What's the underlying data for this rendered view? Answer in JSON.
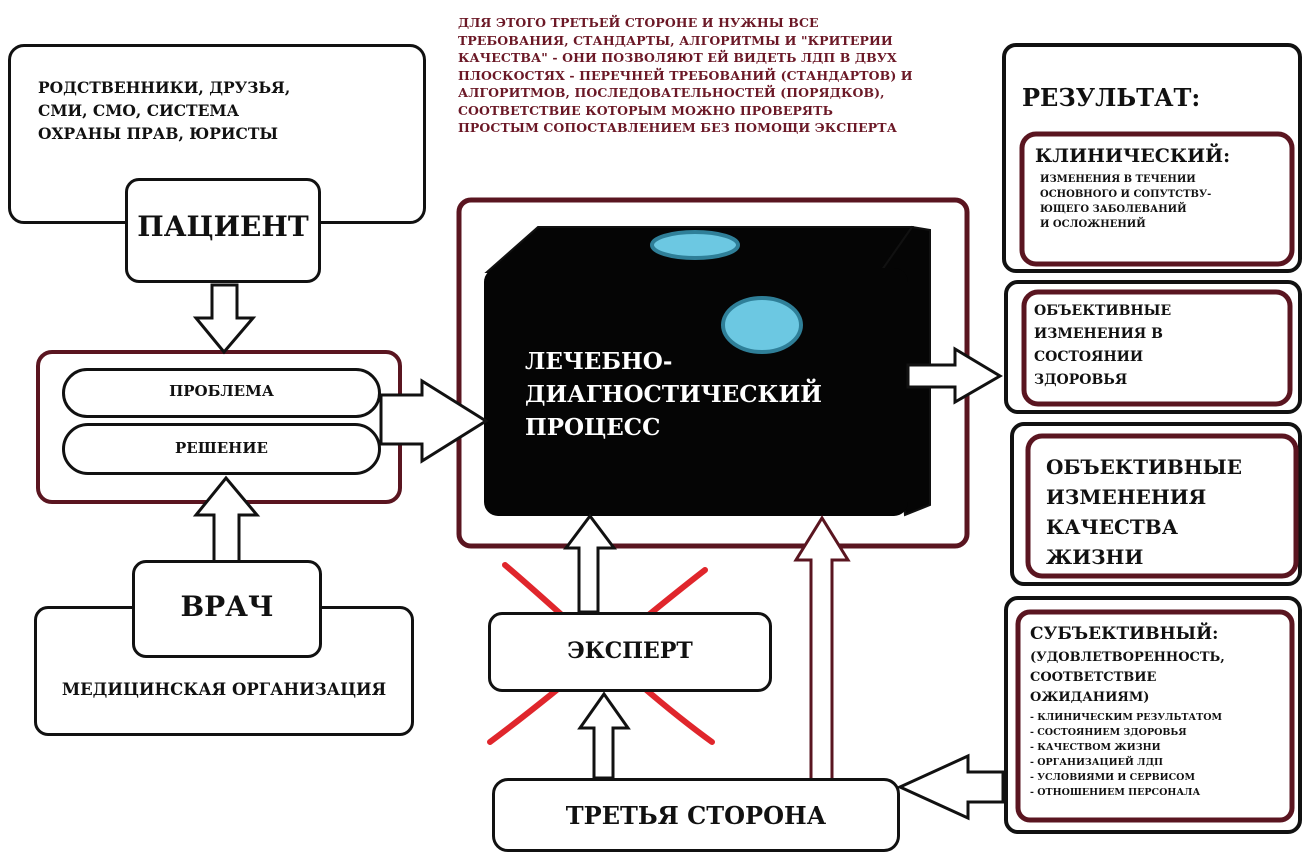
{
  "colors": {
    "outline": "#111111",
    "frame_dark_red": "#5a1520",
    "accent_red": "#e0262c",
    "black_box": "#050505",
    "lens_blue": "#6cc8e2",
    "lens_border": "#2f7f98",
    "note_text": "#6b1826"
  },
  "top_note": {
    "lines": [
      "ДЛЯ ЭТОГО ТРЕТЬЕЙ СТОРОНЕ И НУЖНЫ ВСЕ",
      "ТРЕБОВАНИЯ, СТАНДАРТЫ, АЛГОРИТМЫ И \"КРИТЕРИИ",
      "КАЧЕСТВА\" - ОНИ ПОЗВОЛЯЮТ ЕЙ ВИДЕТЬ ЛДП В ДВУХ",
      "ПЛОСКОСТЯХ - ПЕРЕЧНЕЙ ТРЕБОВАНИЙ (СТАНДАРТОВ) И",
      "АЛГОРИТМОВ, ПОСЛЕДОВАТЕЛЬНОСТЕЙ (ПОРЯДКОВ),",
      "СООТВЕТСТВИЕ КОТОРЫМ МОЖНО ПРОВЕРЯТЬ",
      "ПРОСТЫМ СОПОСТАВЛЕНИЕМ БЕЗ ПОМОЩИ ЭКСПЕРТА"
    ]
  },
  "relatives": {
    "lines": [
      "РОДСТВЕННИКИ, ДРУЗЬЯ,",
      "СМИ, СМО, СИСТЕМА",
      "ОХРАНЫ ПРАВ, ЮРИСТЫ"
    ]
  },
  "patient": "ПАЦИЕНТ",
  "problem": "ПРОБЛЕМА",
  "solution": "РЕШЕНИЕ",
  "doctor": "ВРАЧ",
  "med_org": "МЕДИЦИНСКАЯ ОРГАНИЗАЦИЯ",
  "process": {
    "lines": [
      "ЛЕЧЕБНО-",
      "ДИАГНОСТИЧЕСКИЙ",
      "ПРОЦЕСС"
    ]
  },
  "expert": "ЭКСПЕРТ",
  "third_party": "ТРЕТЬЯ СТОРОНА",
  "result": {
    "title": "РЕЗУЛЬТАТ:",
    "clinical": {
      "title": "КЛИНИЧЕСКИЙ:",
      "lines": [
        "ИЗМЕНЕНИЯ В ТЕЧЕНИИ",
        "ОСНОВНОГО И СОПУТСТВУ-",
        "ЮЩЕГО ЗАБОЛЕВАНИЙ",
        "И ОСЛОЖНЕНИЙ"
      ]
    },
    "health": {
      "lines": [
        "ОБЪЕКТИВНЫЕ",
        "ИЗМЕНЕНИЯ В",
        "СОСТОЯНИИ",
        "ЗДОРОВЬЯ"
      ]
    },
    "quality": {
      "lines": [
        "ОБЪЕКТИВНЫЕ",
        "ИЗМЕНЕНИЯ",
        "КАЧЕСТВА",
        "ЖИЗНИ"
      ]
    },
    "subjective": {
      "title": "СУБЪЕКТИВНЫЙ:",
      "lines": [
        "(УДОВЛЕТВОРЕННОСТЬ,",
        "СООТВЕТСТВИЕ",
        "ОЖИДАНИЯМ)"
      ],
      "items": [
        "- КЛИНИЧЕСКИМ РЕЗУЛЬТАТОМ",
        "- СОСТОЯНИЕМ ЗДОРОВЬЯ",
        "- КАЧЕСТВОМ ЖИЗНИ",
        "- ОРГАНИЗАЦИЕЙ ЛДП",
        "- УСЛОВИЯМИ И СЕРВИСОМ",
        "- ОТНОШЕНИЕМ ПЕРСОНАЛА"
      ]
    }
  },
  "icons": {
    "cross": "red-cross-icon",
    "lens_top": "lens-top-icon",
    "lens_front": "lens-front-icon"
  }
}
